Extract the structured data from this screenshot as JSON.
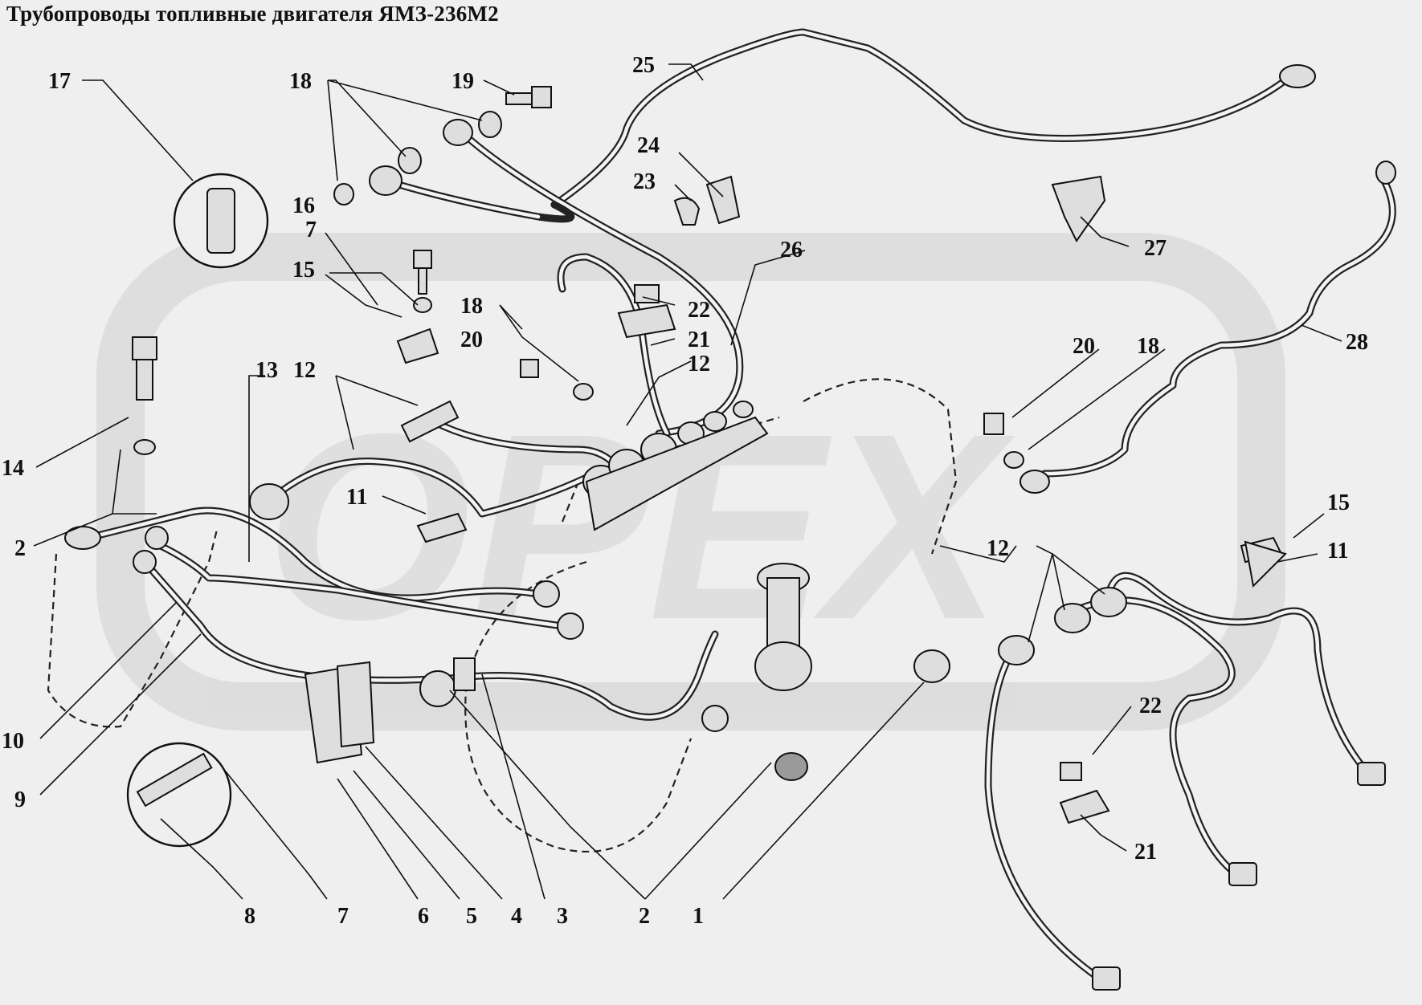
{
  "title": "Трубопроводы топливные двигателя ЯМЗ-236М2",
  "watermark": "OPEX",
  "colors": {
    "background": "#efefef",
    "watermark": "#cfcfcf",
    "line": "#111111"
  },
  "callouts": {
    "c1": "1",
    "c2a": "2",
    "c2b": "2",
    "c3": "3",
    "c4": "4",
    "c5": "5",
    "c6": "6",
    "c7a": "7",
    "c7b": "7",
    "c8": "8",
    "c9": "9",
    "c10": "10",
    "c11a": "11",
    "c11b": "11",
    "c12a": "12",
    "c12b": "12",
    "c12c": "12",
    "c13": "13",
    "c14": "14",
    "c15a": "15",
    "c15b": "15",
    "c16": "16",
    "c17": "17",
    "c18a": "18",
    "c18b": "18",
    "c18c": "18",
    "c19": "19",
    "c20a": "20",
    "c20b": "20",
    "c21a": "21",
    "c21b": "21",
    "c22a": "22",
    "c22b": "22",
    "c23": "23",
    "c24": "24",
    "c25": "25",
    "c26": "26",
    "c27": "27",
    "c28": "28"
  }
}
